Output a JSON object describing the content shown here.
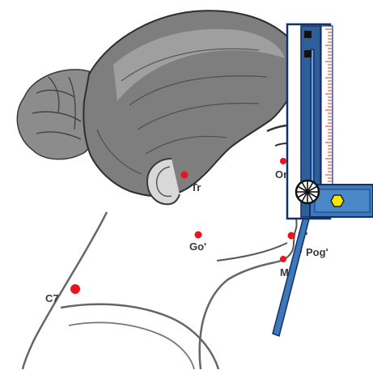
{
  "landmarks": [
    {
      "label": "Tr"
    },
    {
      "label": "Or'"
    },
    {
      "label": "Go'"
    },
    {
      "label": "B'"
    },
    {
      "label": "Pog'"
    },
    {
      "label": "Me'"
    },
    {
      "label": "C7"
    }
  ],
  "colors": {
    "landmark": "#e8141e",
    "hair": "#7a7a7a",
    "hair_dark": "#2e2e2e",
    "skin_line": "#555555",
    "instrument": "#2f5f98",
    "instrument_dark": "#14306a",
    "ruler_tick": "#e0352b",
    "knob": "#f5e600"
  },
  "icons": {
    "instrument": "protractor-gauge-icon",
    "pivot": "gear-wheel-icon",
    "knob": "hexagon-knob-icon"
  }
}
